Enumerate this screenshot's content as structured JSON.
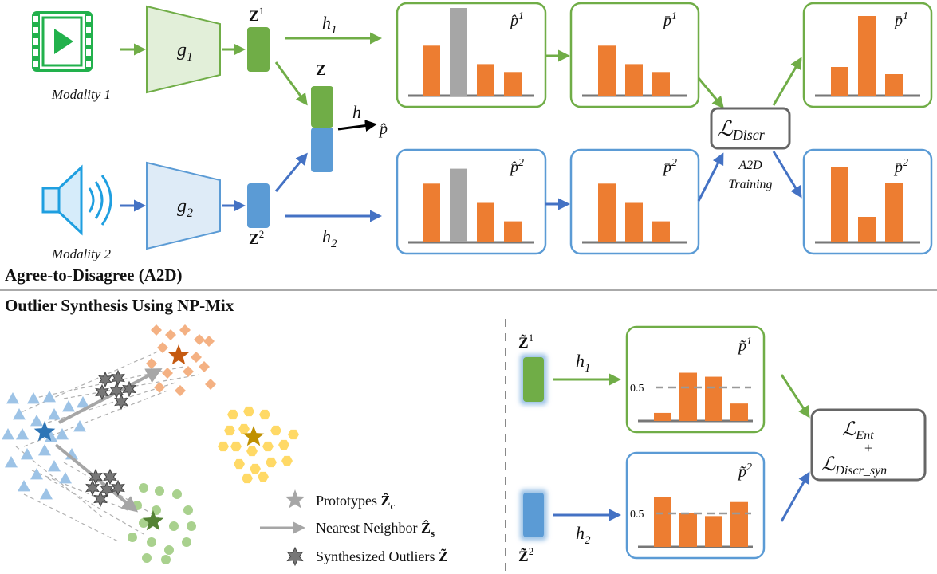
{
  "colors": {
    "green": "#70ad47",
    "green_light": "#e2efd9",
    "blue": "#5b9bd5",
    "blue_dark": "#4472c4",
    "blue_light": "#deebf7",
    "orange": "#ed7d31",
    "gray": "#a6a6a6",
    "dark": "#555555",
    "dash": "#888888",
    "diamond": "#f4b183",
    "triangle": "#9dc3e6",
    "hexagon": "#ffd966",
    "circle": "#a9d18e"
  },
  "a2d": {
    "modality1_label": "Modality 1",
    "modality2_label": "Modality 2",
    "encoder1": "g",
    "encoder1_sub": "1",
    "encoder2": "g",
    "encoder2_sub": "2",
    "z1": "Z",
    "z1_sup": "1",
    "z2": "Z",
    "z2_sup": "2",
    "z_joint": "Z",
    "h1": "h",
    "h1_sub": "1",
    "h2": "h",
    "h2_sub": "2",
    "h_joint": "h",
    "p_hat_joint": "p̂",
    "p_hat_1": "p̂",
    "p_hat_1_sup": "1",
    "p_hat_2": "p̂",
    "p_hat_2_sup": "2",
    "p_bar_1": "p̄",
    "p_bar_1_sup": "1",
    "p_bar_2": "p̄",
    "p_bar_2_sup": "2",
    "loss_main": "ℒ",
    "loss_sub": "Discr",
    "training_line1": "A2D",
    "training_line2": "Training",
    "section_title": "Agree-to-Disagree (A2D)",
    "bars": {
      "p_hat_1": [
        0.57,
        1.0,
        0.36,
        0.27
      ],
      "p_bar_1": [
        0.57,
        0.36,
        0.27
      ],
      "p_bar_1_out": [
        0.36,
        1.0,
        0.27
      ],
      "p_hat_2": [
        0.67,
        0.84,
        0.45,
        0.24
      ],
      "p_bar_2": [
        0.67,
        0.45,
        0.24
      ],
      "p_bar_2_out": [
        0.95,
        0.32,
        0.75
      ]
    }
  },
  "npmix": {
    "section_title": "Outlier Synthesis Using NP-Mix",
    "legend": {
      "prototypes": "Prototypes",
      "prototypes_sym": "Ẑ",
      "prototypes_sub": "c",
      "nearest": "Nearest Neighbor",
      "nearest_sym": "Ẑ",
      "nearest_sub": "s",
      "synth": "Synthesized Outliers",
      "synth_sym": "Z̃"
    },
    "zt1": "Z̃",
    "zt1_sup": "1",
    "zt2": "Z̃",
    "zt2_sup": "2",
    "h1": "h",
    "h1_sub": "1",
    "h2": "h",
    "h2_sub": "2",
    "pt1": "p̃",
    "pt1_sup": "1",
    "pt2": "p̃",
    "pt2_sup": "2",
    "threshold_label": "0.5",
    "threshold_value": 0.5,
    "loss_ent": "ℒ",
    "loss_ent_sub": "Ent",
    "loss_plus": "+",
    "loss_syn": "ℒ",
    "loss_syn_sub": "Discr_syn",
    "bars": {
      "pt1": [
        0.12,
        0.72,
        0.66,
        0.26
      ],
      "pt2": [
        0.74,
        0.5,
        0.46,
        0.67
      ]
    }
  }
}
